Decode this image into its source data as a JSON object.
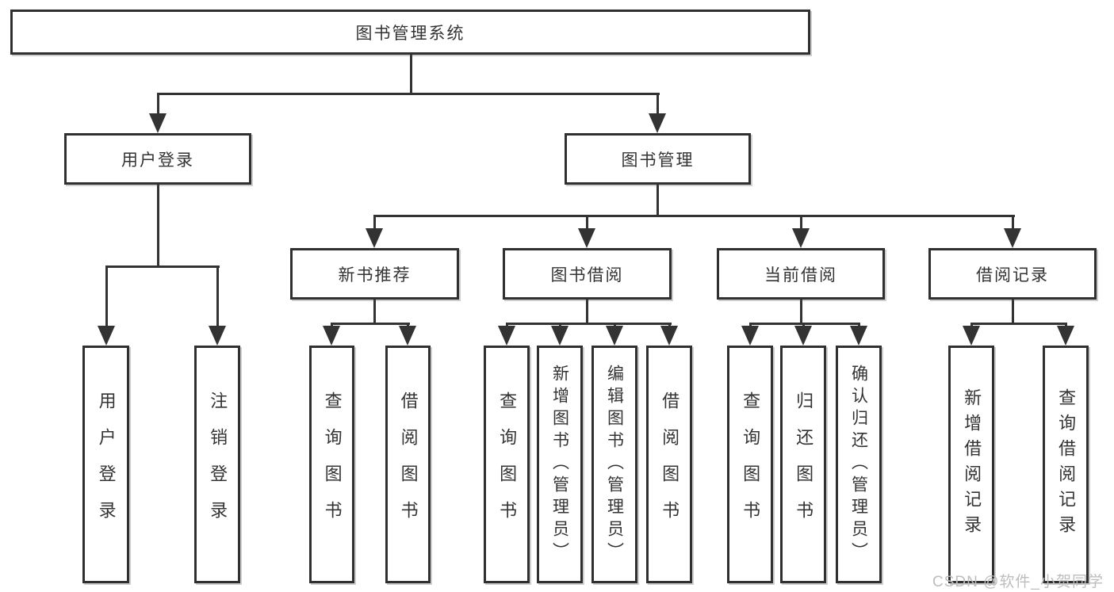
{
  "diagram": {
    "root": {
      "label": "图书管理系统"
    },
    "level1": {
      "user_login": {
        "label": "用户登录"
      },
      "book_mgmt": {
        "label": "图书管理"
      }
    },
    "level2": {
      "new_books": {
        "label": "新书推荐"
      },
      "borrowing": {
        "label": "图书借阅"
      },
      "current": {
        "label": "当前借阅"
      },
      "records": {
        "label": "借阅记录"
      }
    },
    "leaves": {
      "user_login": {
        "label": "用户登录"
      },
      "logout": {
        "label": "注销登录"
      },
      "query_book_newbooks": {
        "label": "查询图书"
      },
      "borrow_book_newbooks": {
        "label": "借阅图书"
      },
      "query_book_borrowing": {
        "label": "查询图书"
      },
      "add_book_admin": {
        "label": "新增图书（管理员）"
      },
      "edit_book_admin": {
        "label": "编辑图书（管理员）"
      },
      "borrow_book_borrowing": {
        "label": "借阅图书"
      },
      "query_book_current": {
        "label": "查询图书"
      },
      "return_book": {
        "label": "归还图书"
      },
      "confirm_return_admin": {
        "label": "确认归还（管理员）"
      },
      "add_borrow_record": {
        "label": "新增借阅记录"
      },
      "query_borrow_record": {
        "label": "查询借阅记录"
      }
    }
  },
  "watermark": {
    "text": "CSDN @软件_小贺同学"
  },
  "colors": {
    "line": "#333333",
    "text": "#333333",
    "box_border": "#303030",
    "box_bg": "#ffffff",
    "background": "#ffffff",
    "watermark": "#bdbdbd"
  }
}
